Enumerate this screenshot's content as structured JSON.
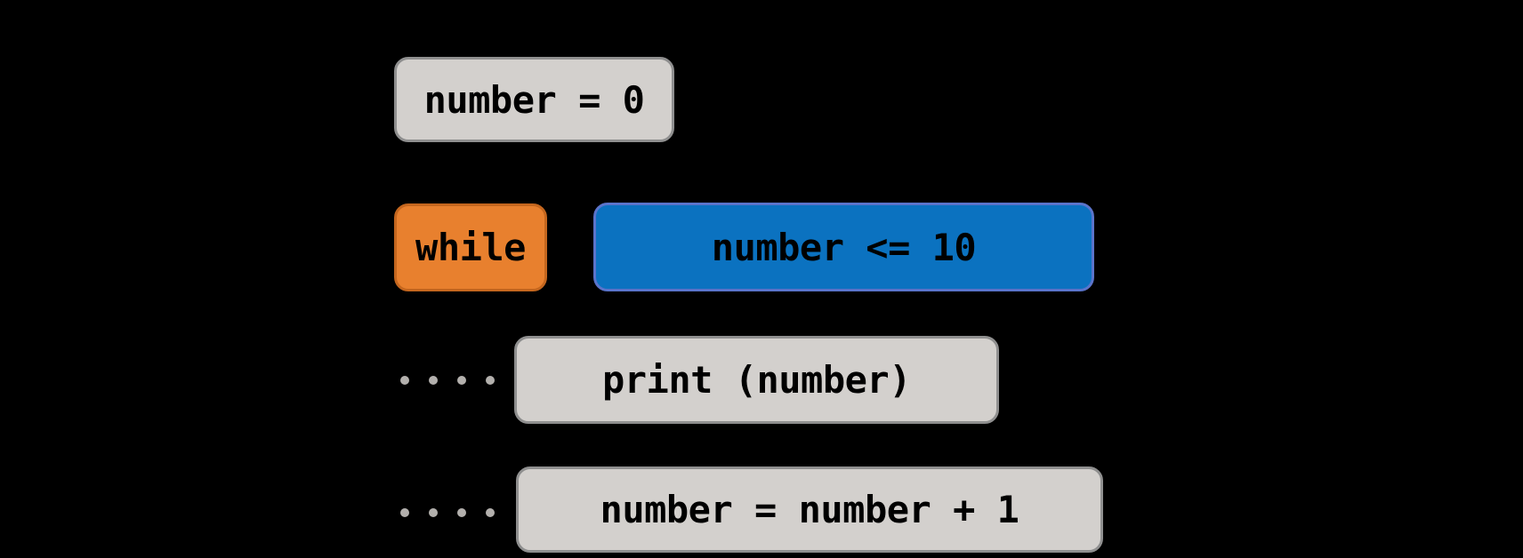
{
  "diagram": {
    "blocks": {
      "init": {
        "text": "number = 0",
        "role": "statement"
      },
      "while_keyword": {
        "text": "while",
        "role": "keyword"
      },
      "condition": {
        "text": "number <= 10",
        "role": "condition"
      },
      "body_line_1": {
        "text": "print (number)",
        "role": "statement",
        "indent_dots": 4
      },
      "body_line_2": {
        "text": "number = number + 1",
        "role": "statement",
        "indent_dots": 4
      }
    },
    "indentation": {
      "dots_per_row": 4,
      "rows": 2
    },
    "colors": {
      "background": "#000000",
      "statement_fill": "#d3d0cd",
      "statement_border": "#8f8f8f",
      "keyword_fill": "#e8802e",
      "keyword_border": "#c4661e",
      "condition_fill": "#0b72c0",
      "condition_border": "#5b74cb",
      "indent_dot": "#b3b0ad",
      "text": "#000000"
    }
  }
}
